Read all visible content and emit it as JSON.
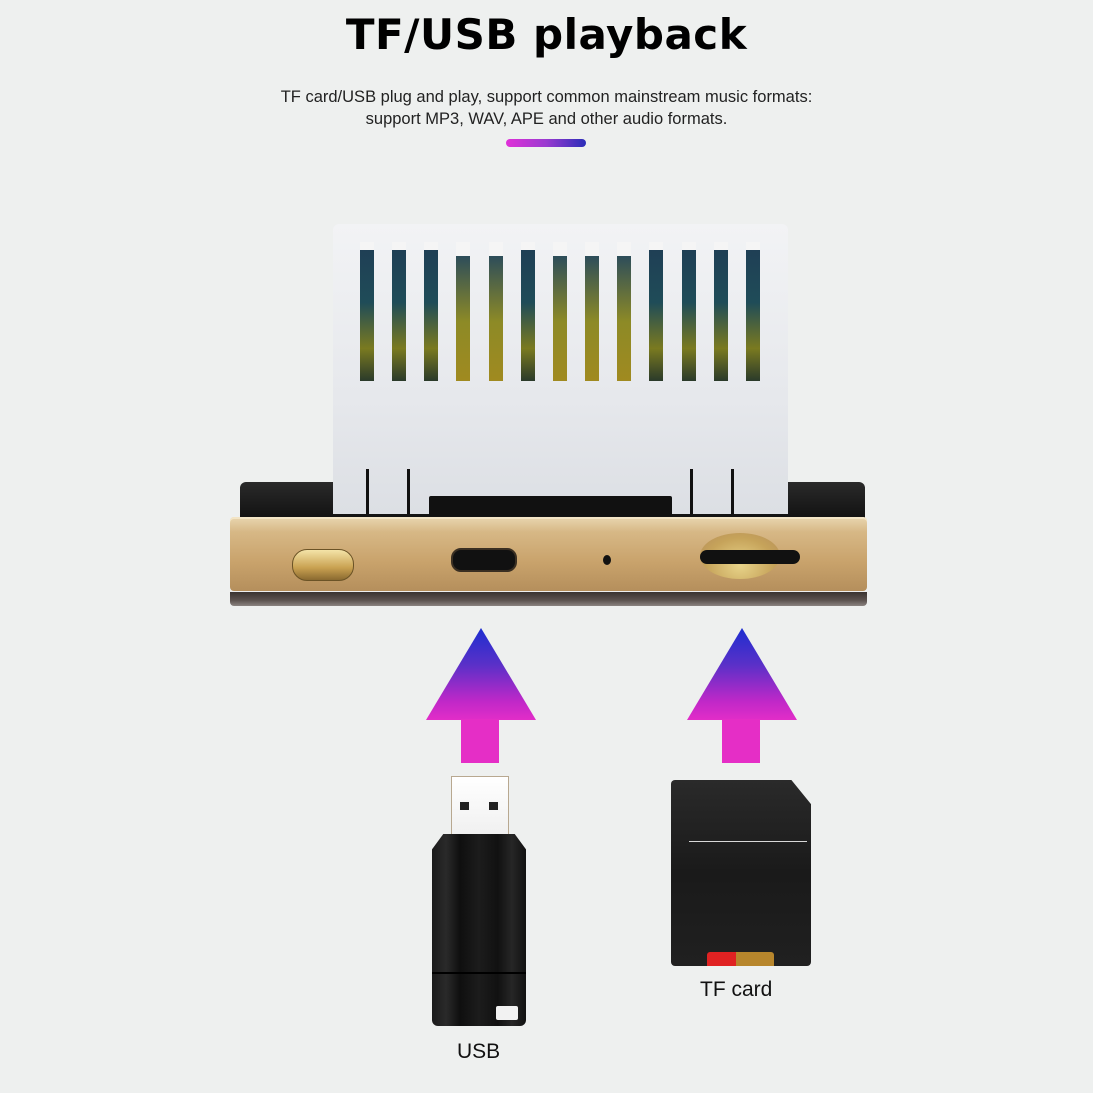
{
  "header": {
    "title": "TF/USB playback",
    "subtitle_line1": "TF card/USB plug and play, support common mainstream music formats:",
    "subtitle_line2": "support MP3, WAV, APE and other audio formats."
  },
  "colors": {
    "background": "#eef0ef",
    "accent_gradient_start": "#e030d8",
    "accent_gradient_end": "#2a2db8",
    "device_gold": "#c9a36c",
    "arrow_top": "#1d2ed0",
    "arrow_bottom": "#e52ec6"
  },
  "device": {
    "ports": [
      "power-button",
      "usb-c-port",
      "mic-hole",
      "tf-card-slot"
    ],
    "vent_count": 13
  },
  "media": {
    "usb_label": "USB",
    "tf_label": "TF card"
  }
}
